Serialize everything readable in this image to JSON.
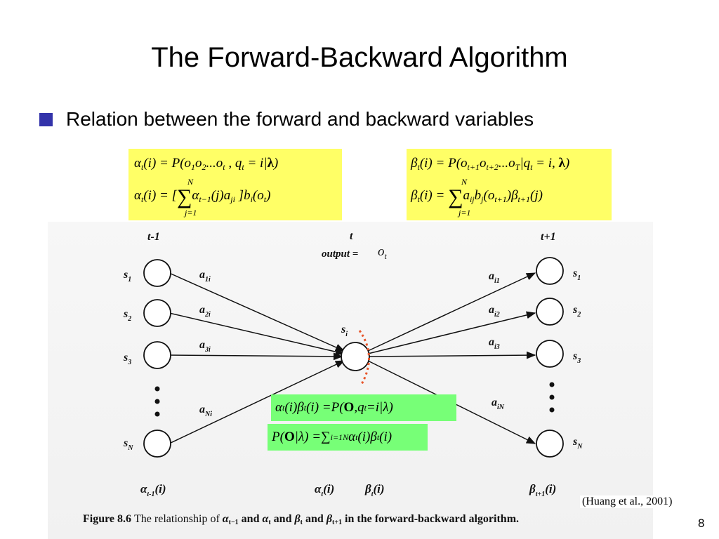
{
  "slide": {
    "title": "The Forward-Backward Algorithm",
    "bullet": "Relation between the forward and backward variables",
    "citation": "(Huang et al., 2001)",
    "page_number": "8",
    "colors": {
      "bullet": "#3333aa",
      "formula_box": "#ffff66",
      "highlight_box": "#77ff77",
      "arc": "#e8552a"
    }
  },
  "diagram": {
    "time_labels": {
      "prev": "t-1",
      "curr": "t",
      "next": "t+1"
    },
    "output_label": "output =",
    "output_symbol": "o",
    "output_sub": "t",
    "center_state": "s",
    "center_sub": "i",
    "left_states": [
      {
        "name": "s",
        "sub": "1",
        "edge": "a",
        "edge_sub": "1i"
      },
      {
        "name": "s",
        "sub": "2",
        "edge": "a",
        "edge_sub": "2i"
      },
      {
        "name": "s",
        "sub": "3",
        "edge": "a",
        "edge_sub": "3i"
      },
      {
        "name": "s",
        "sub": "N",
        "edge": "a",
        "edge_sub": "Ni"
      }
    ],
    "right_states": [
      {
        "name": "s",
        "sub": "1",
        "edge": "a",
        "edge_sub": "i1"
      },
      {
        "name": "s",
        "sub": "2",
        "edge": "a",
        "edge_sub": "i2"
      },
      {
        "name": "s",
        "sub": "3",
        "edge": "a",
        "edge_sub": "i3"
      },
      {
        "name": "s",
        "sub": "N",
        "edge": "a",
        "edge_sub": "iN"
      }
    ],
    "bottom_labels": {
      "alpha_prev": "α",
      "alpha_prev_sub": "t-1",
      "alpha_curr": "α",
      "alpha_curr_sub": "t",
      "beta_curr": "β",
      "beta_curr_sub": "t",
      "beta_next": "β",
      "beta_next_sub": "t+1",
      "arg": "(i)"
    },
    "caption": {
      "prefix": "Figure 8.6",
      "text1": "The relationship of",
      "and": "and",
      "suffix": "in the forward-backward algorithm."
    }
  }
}
